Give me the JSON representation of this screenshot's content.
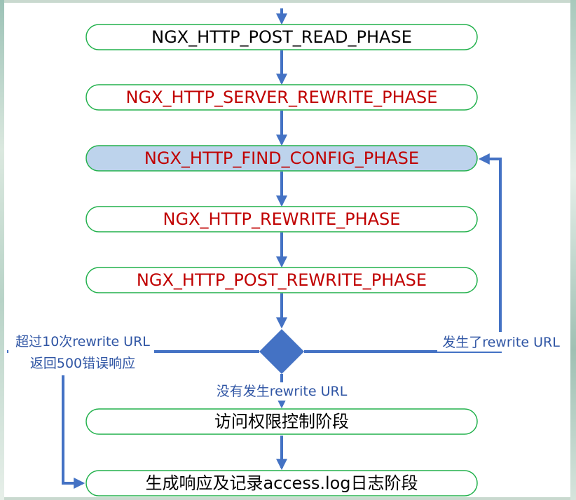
{
  "colors": {
    "outline": "#22b14c",
    "arrow": "#4472c4",
    "red_text": "#c00000",
    "black_text": "#000000",
    "label_text": "#2f55a4",
    "highlight_fill": "#bdd3ec"
  },
  "nodes": [
    {
      "text": "NGX_HTTP_POST_READ_PHASE",
      "color": "black",
      "highlighted": false
    },
    {
      "text": "NGX_HTTP_SERVER_REWRITE_PHASE",
      "color": "red",
      "highlighted": false
    },
    {
      "text": "NGX_HTTP_FIND_CONFIG_PHASE",
      "color": "red",
      "highlighted": true
    },
    {
      "text": "NGX_HTTP_REWRITE_PHASE",
      "color": "red",
      "highlighted": false
    },
    {
      "text": "NGX_HTTP_POST_REWRITE_PHASE",
      "color": "red",
      "highlighted": false
    },
    {
      "text": "访问权限控制阶段",
      "color": "black",
      "highlighted": false
    },
    {
      "text": "生成响应及记录access.log日志阶段",
      "color": "black",
      "highlighted": false
    }
  ],
  "branch_labels": {
    "left_line1": "超过10次rewrite URL",
    "left_line2": "返回500错误响应",
    "right": "发生了rewrite URL",
    "bottom": "没有发生rewrite URL"
  }
}
